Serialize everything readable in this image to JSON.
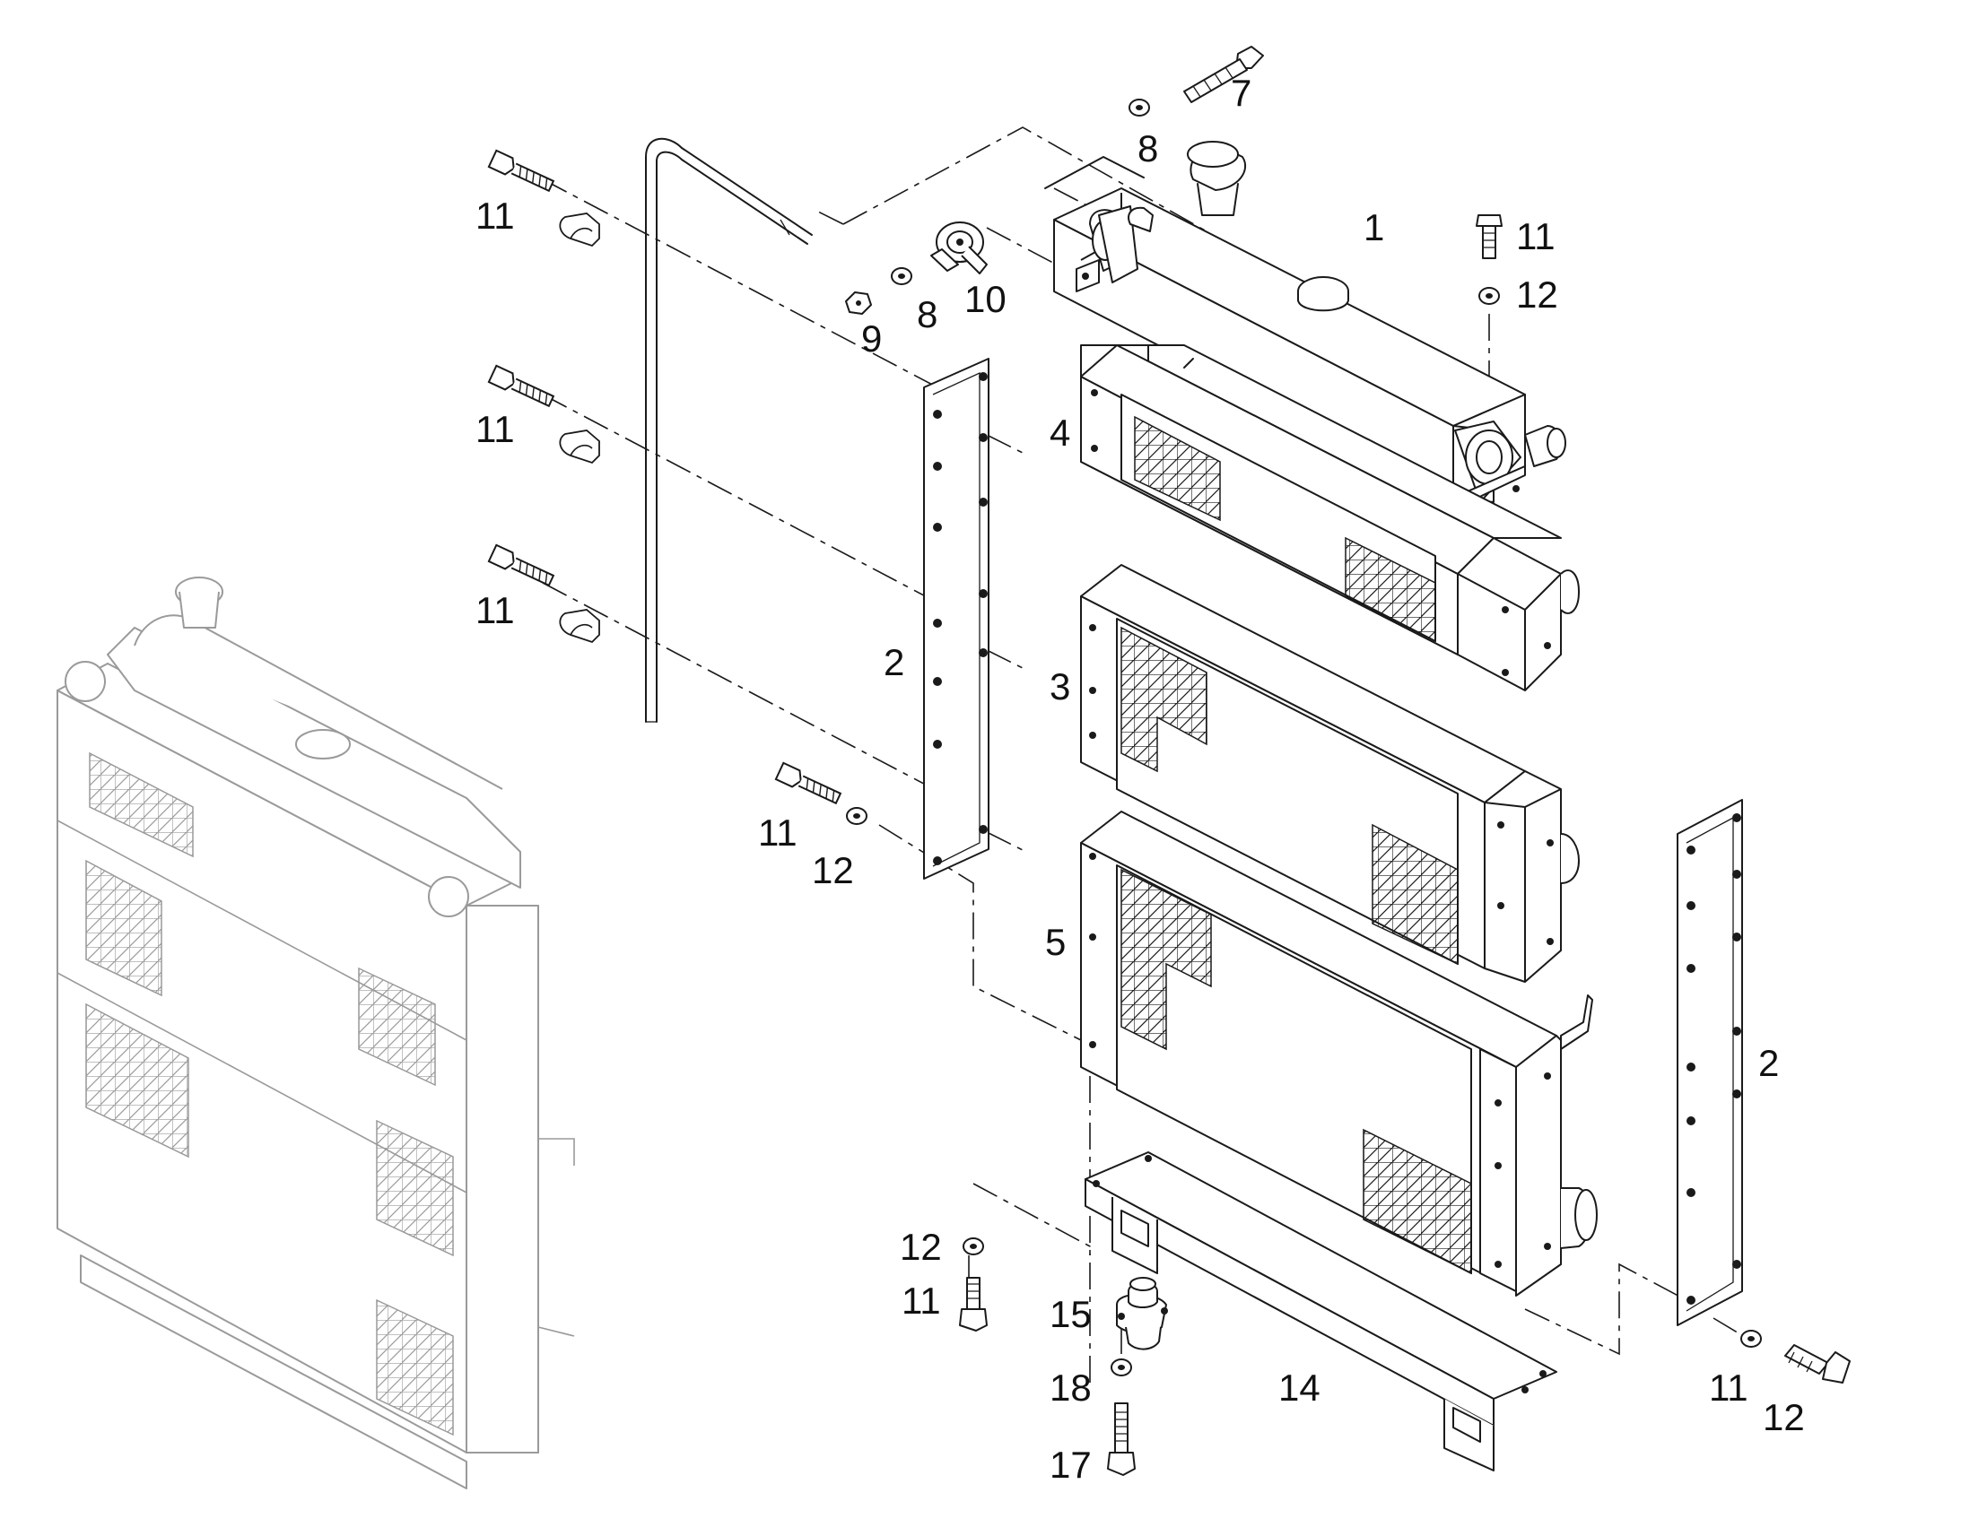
{
  "diagram": {
    "callouts": {
      "p1": "1",
      "p2": "2",
      "p3": "3",
      "p4": "4",
      "p5": "5",
      "p7": "7",
      "p8": "8",
      "p9": "9",
      "p10": "10",
      "p11": "11",
      "p12": "12",
      "p14": "14",
      "p15": "15",
      "p17": "17",
      "p18": "18"
    },
    "colors": {
      "line": "#1a1a1a",
      "ghost_assembly": "#9a9a9a",
      "background": "#ffffff"
    }
  }
}
